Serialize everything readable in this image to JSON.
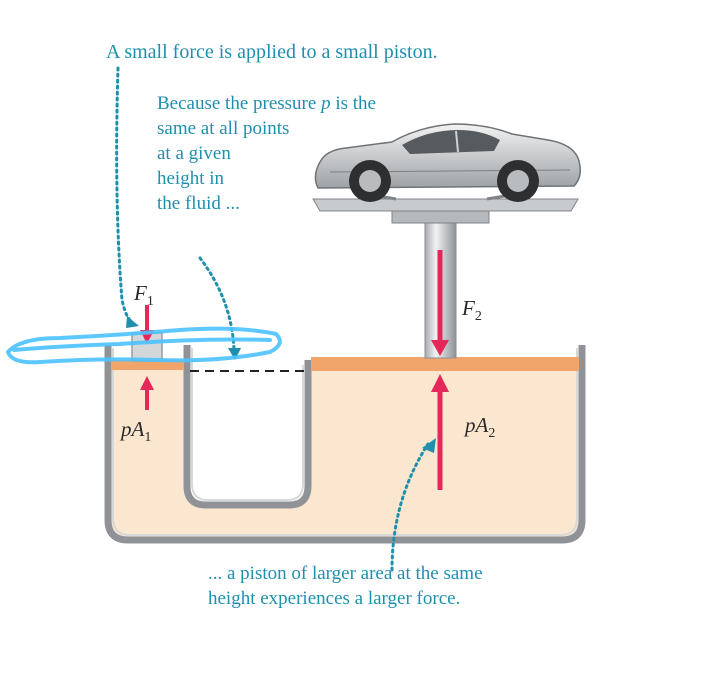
{
  "captions": {
    "top": "A small force is applied to a small piston.",
    "middle_lines": [
      "Because the pressure",
      "p",
      "is the",
      "same at all points",
      "at a given",
      "height in",
      "the fluid ..."
    ],
    "bottom_lines": [
      "... a piston of larger area at the same",
      "height experiences a larger force."
    ]
  },
  "labels": {
    "f1": "F",
    "f1_sub": "1",
    "f2": "F",
    "f2_sub": "2",
    "pa1": "pA",
    "pa1_sub": "1",
    "pa2": "pA",
    "pa2_sub": "2"
  },
  "colors": {
    "caption": "#1f8fae",
    "fluid": "#fbe6cf",
    "piston": "#f2a56b",
    "arrow": "#e5285a",
    "container": "#8f9397",
    "highlight": "#4cc3ff"
  },
  "icons": [
    "car-icon"
  ]
}
